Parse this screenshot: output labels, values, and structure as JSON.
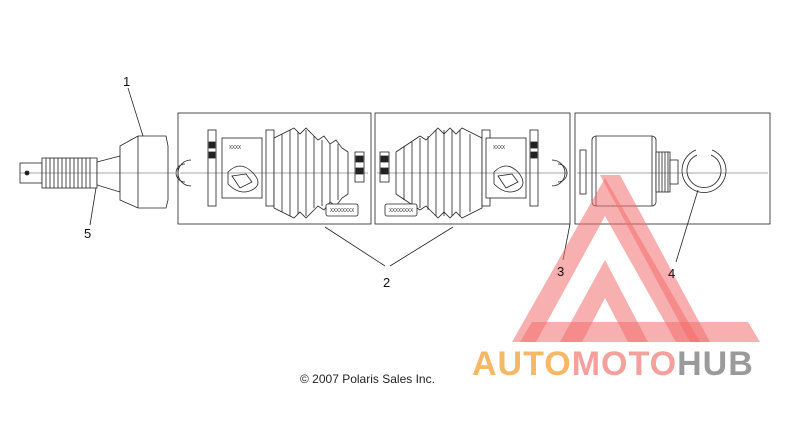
{
  "diagram": {
    "callouts": [
      {
        "id": "1",
        "label": "1"
      },
      {
        "id": "5",
        "label": "5"
      },
      {
        "id": "2",
        "label": "2"
      },
      {
        "id": "3",
        "label": "3"
      },
      {
        "id": "4",
        "label": "4"
      }
    ],
    "kit_codes": {
      "left_kit_top": "XXXX",
      "left_kit_bottom": "XXXXXXXX",
      "middle_kit_top": "XXXX",
      "middle_kit_bottom": "XXXXXXXX"
    },
    "copyright": "© 2007 Polaris Sales Inc."
  },
  "watermark": {
    "part1": "AUTO",
    "part2": "MOTO",
    "part3": "HUB",
    "colors": {
      "auto": "#f5b865",
      "moto": "#f4a09c",
      "hub": "#9a9a9a",
      "triangle": "#f26d6d"
    }
  }
}
